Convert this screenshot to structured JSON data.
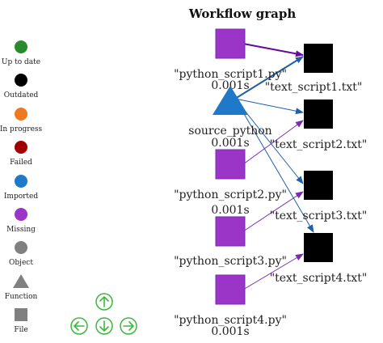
{
  "title": "Workflow graph",
  "legend": [
    {
      "label": "Up to date",
      "shape": "circle",
      "color": "#2a8b2a"
    },
    {
      "label": "Outdated",
      "shape": "circle",
      "color": "#000000"
    },
    {
      "label": "In progress",
      "shape": "circle",
      "color": "#f07820"
    },
    {
      "label": "Failed",
      "shape": "circle",
      "color": "#a00000"
    },
    {
      "label": "Imported",
      "shape": "circle",
      "color": "#1f78c8"
    },
    {
      "label": "Missing",
      "shape": "circle",
      "color": "#9b35c8"
    },
    {
      "label": "Object",
      "shape": "circle",
      "color": "#808080"
    },
    {
      "label": "Function",
      "shape": "triangle",
      "color": "#808080"
    },
    {
      "label": "File",
      "shape": "square",
      "color": "#808080"
    }
  ],
  "nodes": [
    {
      "id": "python_script1",
      "label": "\"python_script1.py\"",
      "sublabel": "0.001s",
      "status": "Missing",
      "color": "#9b35c8",
      "shape": "square"
    },
    {
      "id": "python_script2",
      "label": "\"python_script2.py\"",
      "sublabel": "0.001s",
      "status": "Missing",
      "color": "#9b35c8",
      "shape": "square"
    },
    {
      "id": "python_script3",
      "label": "\"python_script3.py\"",
      "sublabel": "0.001s",
      "status": "Missing",
      "color": "#9b35c8",
      "shape": "square"
    },
    {
      "id": "python_script4",
      "label": "\"python_script4.py\"",
      "sublabel": "0.001s",
      "status": "Missing",
      "color": "#9b35c8",
      "shape": "square"
    },
    {
      "id": "source_python",
      "label": "source_python",
      "sublabel": "",
      "status": "Imported",
      "color": "#1f78c8",
      "shape": "triangle"
    },
    {
      "id": "text_script1",
      "label": "\"text_script1.txt\"",
      "sublabel": "",
      "status": "Outdated",
      "color": "#000000",
      "shape": "square"
    },
    {
      "id": "text_script2",
      "label": "\"text_script2.txt\"",
      "sublabel": "",
      "status": "Outdated",
      "color": "#000000",
      "shape": "square"
    },
    {
      "id": "text_script3",
      "label": "\"text_script3.txt\"",
      "sublabel": "",
      "status": "Outdated",
      "color": "#000000",
      "shape": "square"
    },
    {
      "id": "text_script4",
      "label": "\"text_script4.txt\"",
      "sublabel": "",
      "status": "Outdated",
      "color": "#000000",
      "shape": "square"
    }
  ],
  "edges": [
    {
      "from": "python_script1",
      "to": "text_script1",
      "color": "#6a0a9a"
    },
    {
      "from": "python_script2",
      "to": "text_script2",
      "color": "#7a2ab0"
    },
    {
      "from": "python_script3",
      "to": "text_script3",
      "color": "#7a2ab0"
    },
    {
      "from": "python_script4",
      "to": "text_script4",
      "color": "#7a2ab0"
    },
    {
      "from": "source_python",
      "to": "text_script1",
      "color": "#1f5fa8"
    },
    {
      "from": "source_python",
      "to": "text_script2",
      "color": "#1f5fa8"
    },
    {
      "from": "source_python",
      "to": "text_script3",
      "color": "#1f5fa8"
    },
    {
      "from": "source_python",
      "to": "text_script4",
      "color": "#1f5fa8"
    }
  ],
  "nav": {
    "color": "#3cb83c",
    "buttons": [
      {
        "name": "nav-up-button",
        "icon": "arrow-up-icon"
      },
      {
        "name": "nav-left-button",
        "icon": "arrow-left-icon"
      },
      {
        "name": "nav-down-button",
        "icon": "arrow-down-icon"
      },
      {
        "name": "nav-right-button",
        "icon": "arrow-right-icon"
      }
    ]
  }
}
